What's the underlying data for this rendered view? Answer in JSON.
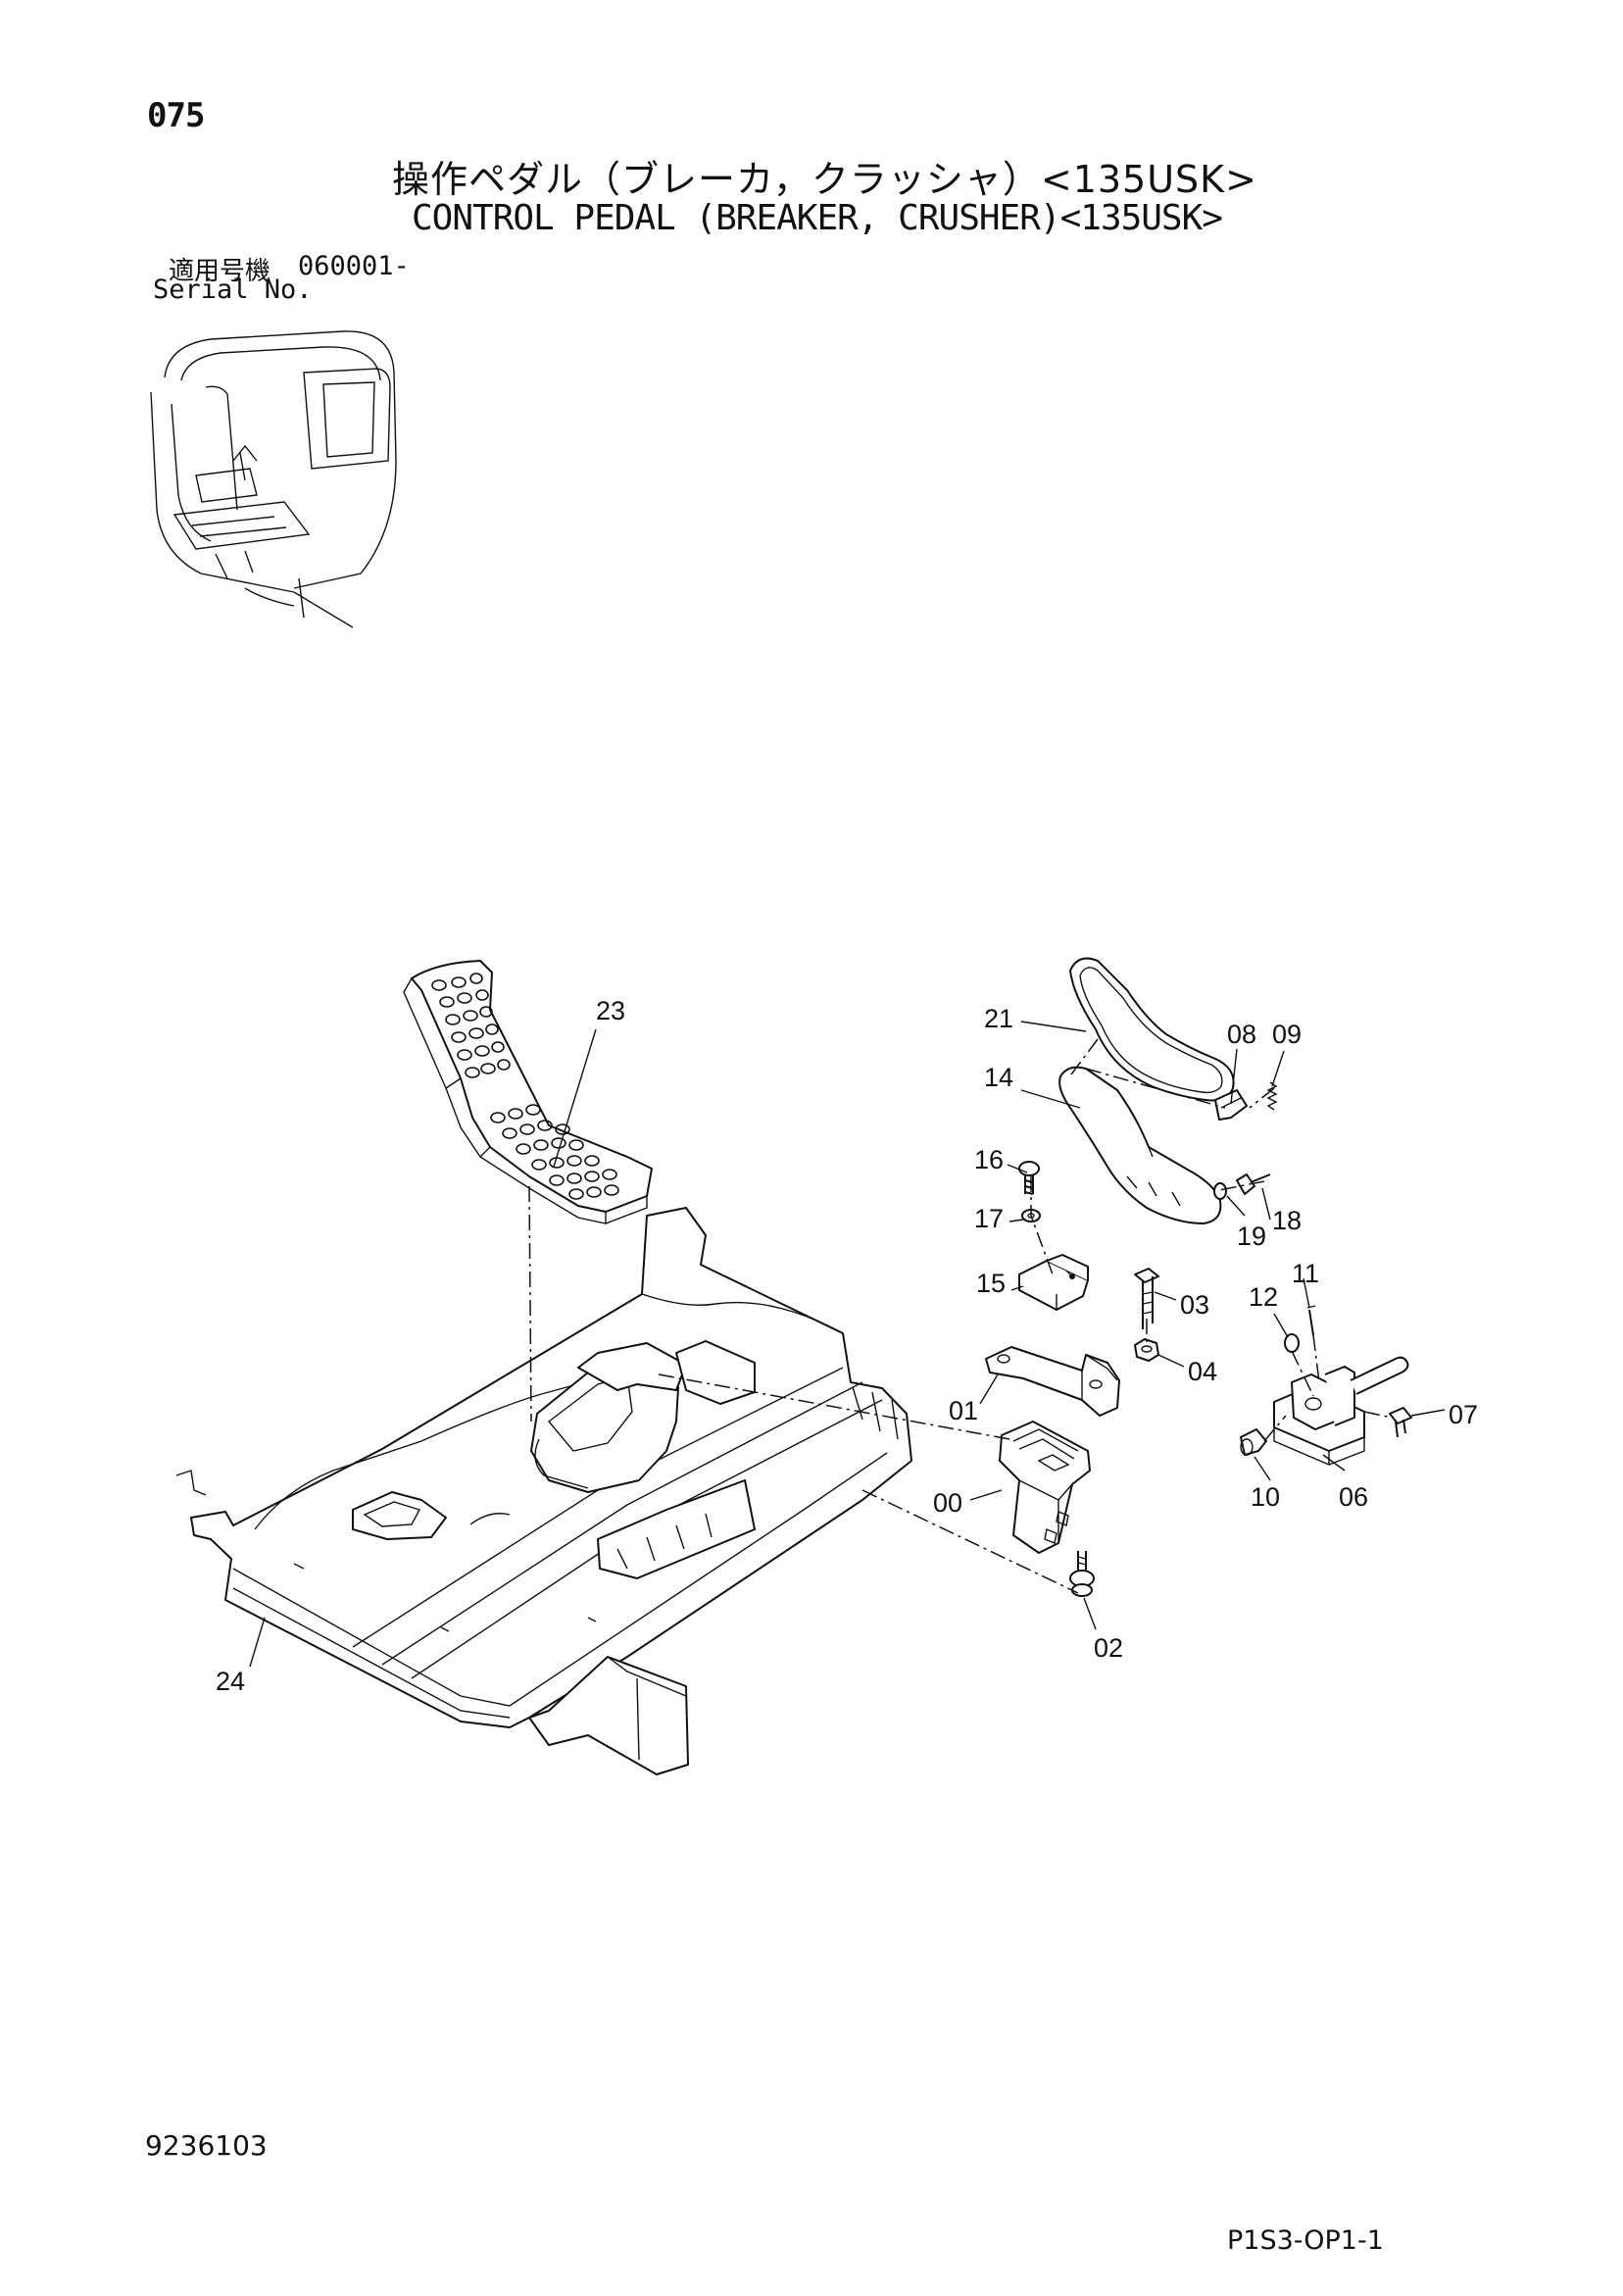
{
  "header": {
    "page_number": "075",
    "title_japanese": "操作ペダル（ブレーカ，クラッシャ）<135USK>",
    "title_english": "CONTROL PEDAL (BREAKER, CRUSHER)<135USK>",
    "serial_label_japanese": "適用号機",
    "serial_value": "060001-",
    "serial_label_english": "Serial No."
  },
  "callouts": {
    "p00": "00",
    "p01": "01",
    "p02": "02",
    "p03": "03",
    "p04": "04",
    "p06": "06",
    "p07": "07",
    "p08": "08",
    "p09": "09",
    "p10": "10",
    "p11": "11",
    "p12": "12",
    "p14": "14",
    "p15": "15",
    "p16": "16",
    "p17": "17",
    "p18": "18",
    "p19": "19",
    "p21": "21",
    "p23": "23",
    "p24": "24"
  },
  "footer": {
    "document_number": "9236103",
    "page_code": "P1S3-OP1-1"
  }
}
